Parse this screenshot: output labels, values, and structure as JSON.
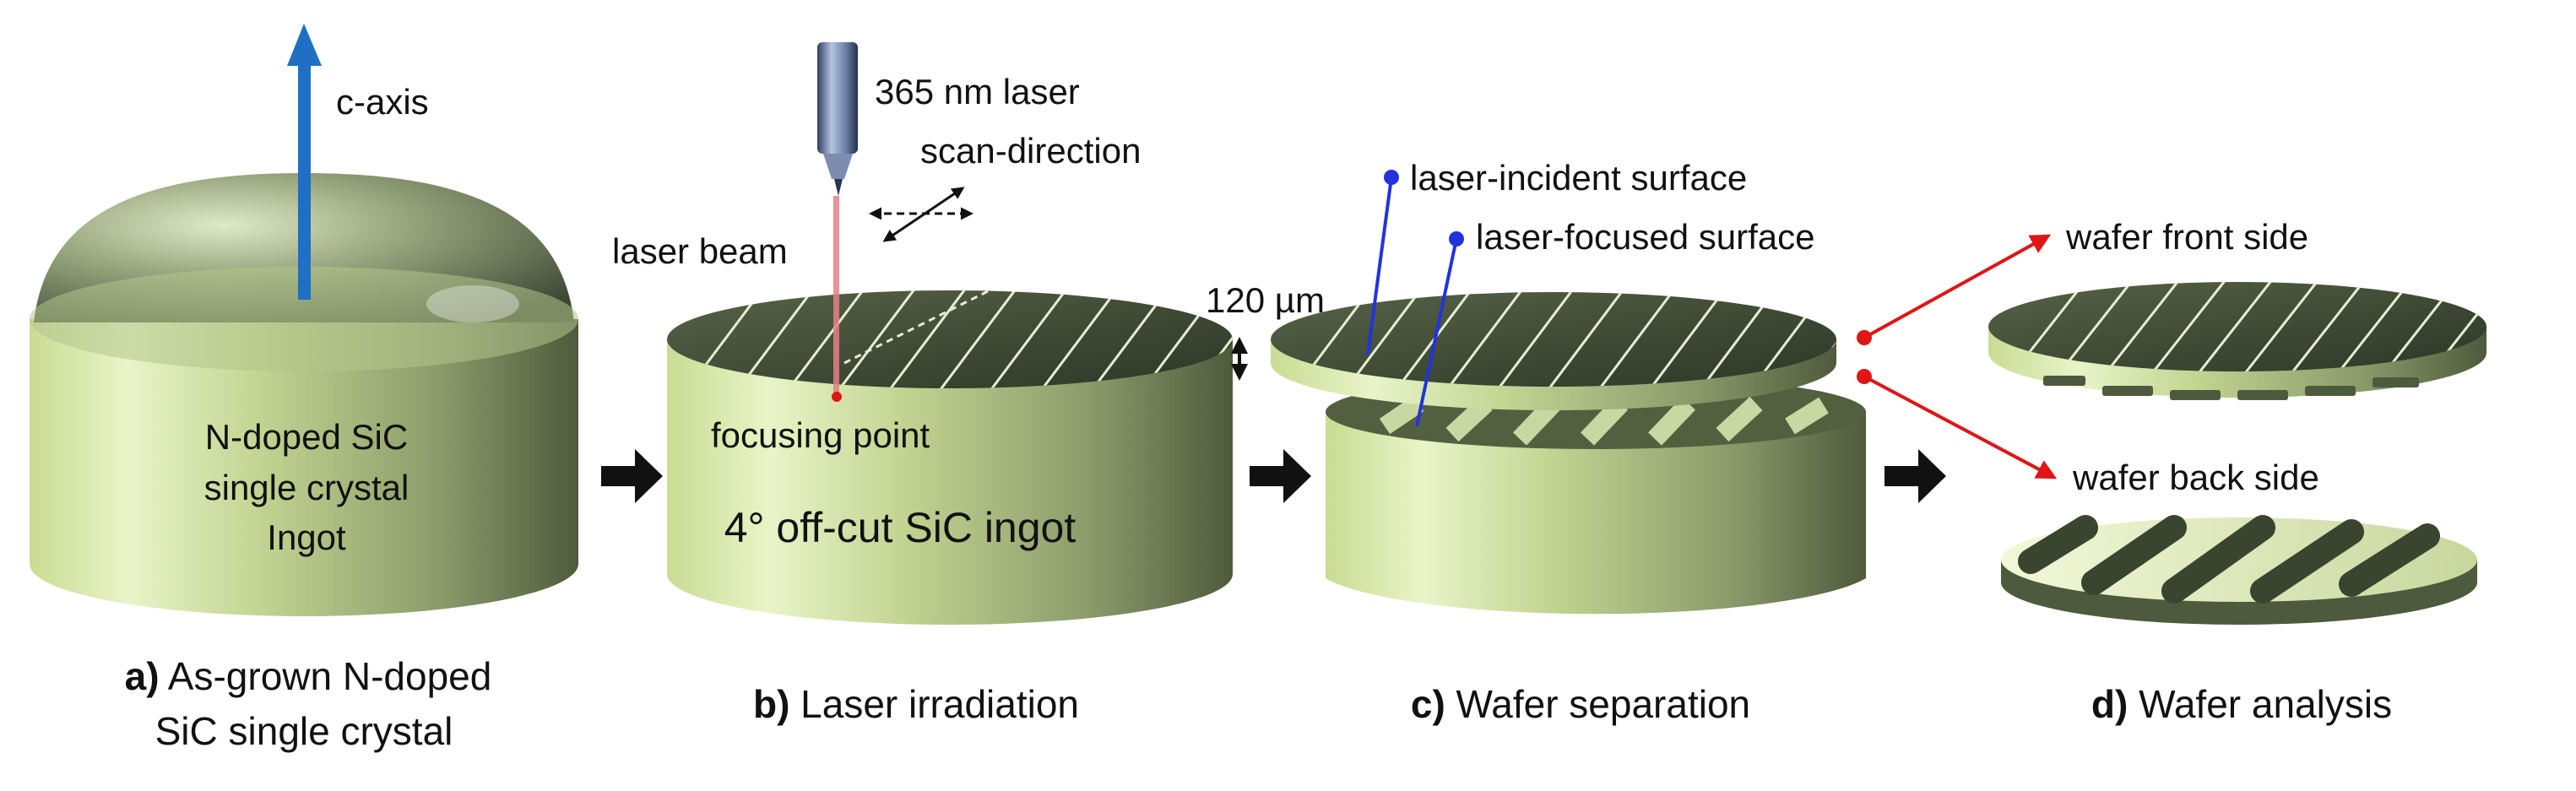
{
  "panel_a": {
    "axis_label": "c-axis",
    "ingot_label_1": "N-doped SiC",
    "ingot_label_2": "single crystal",
    "ingot_label_3": "Ingot",
    "caption_letter": "a)",
    "caption_1": " As-grown N-doped",
    "caption_2": "SiC single crystal"
  },
  "panel_b": {
    "laser_label": "365 nm laser",
    "scan_label": "scan-direction",
    "beam_label": "laser beam",
    "thickness_label": "120 µm",
    "focus_label": "focusing point",
    "ingot_label": "4° off-cut SiC ingot",
    "caption_letter": "b)",
    "caption": " Laser irradiation"
  },
  "panel_c": {
    "incident_label": "laser-incident surface",
    "focused_label": "laser-focused surface",
    "caption_letter": "c)",
    "caption": " Wafer separation"
  },
  "panel_d": {
    "front_label": "wafer front side",
    "back_label": "wafer back side",
    "caption_letter": "d)",
    "caption": " Wafer analysis"
  },
  "colors": {
    "ingot_light": "#e8f3c4",
    "ingot_dark": "#5c6b46",
    "top_dark": "#3d4a33",
    "axis_arrow": "#1f6fc4",
    "laser_beam": "#e57f86",
    "pointer_blue": "#2233dd",
    "pointer_red": "#e01515"
  }
}
